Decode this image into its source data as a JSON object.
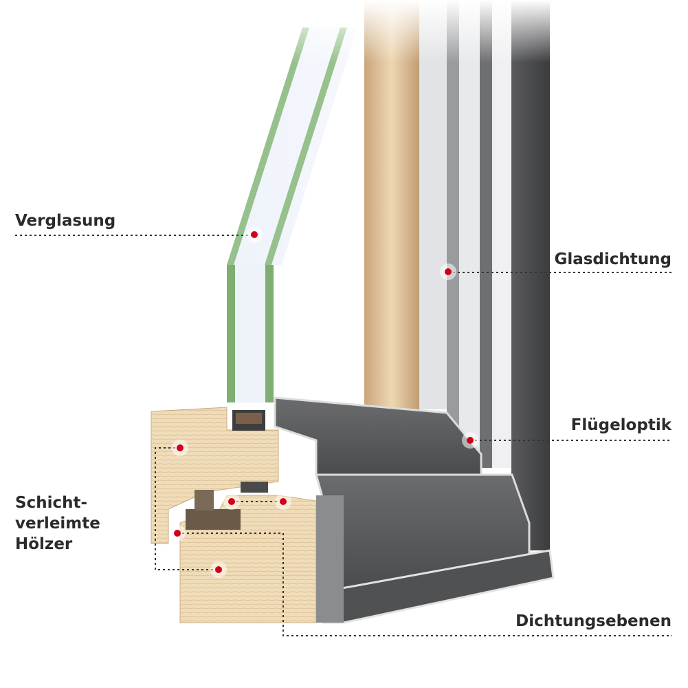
{
  "labels": {
    "verglasung": "Verglasung",
    "glasdichtung": "Glasdichtung",
    "fluegeloptik": "Flügeloptik",
    "schicht_line1": "Schicht-",
    "schicht_line2": "verleimte",
    "schicht_line3": "Hölzer",
    "dichtungsebenen": "Dichtungsebenen"
  },
  "colors": {
    "marker": "#d0001b",
    "aluminium": "#5e5f61",
    "aluminium_dark": "#3f4042",
    "wood": "#efd9b4",
    "glass_edge": "#7fae72",
    "text": "#2b2b2b"
  }
}
